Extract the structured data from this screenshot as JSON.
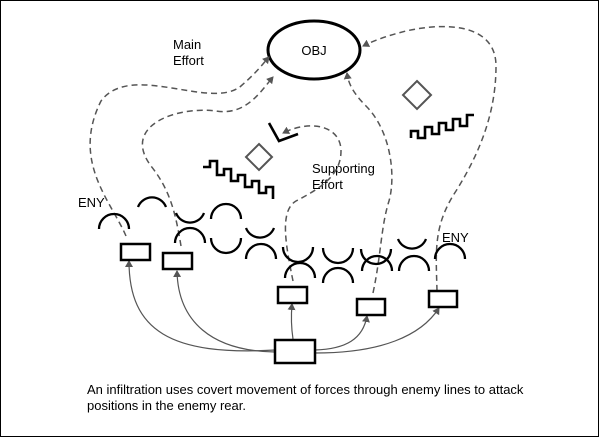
{
  "diagram": {
    "objective_label": "OBJ",
    "main_effort_label": [
      "Main",
      "Effort"
    ],
    "supporting_effort_label": [
      "Supporting",
      "Effort"
    ],
    "enemy_label_left": "ENY",
    "enemy_label_right": "ENY",
    "caption": "An infiltration uses covert movement of forces through enemy lines to attack positions in the enemy rear."
  }
}
